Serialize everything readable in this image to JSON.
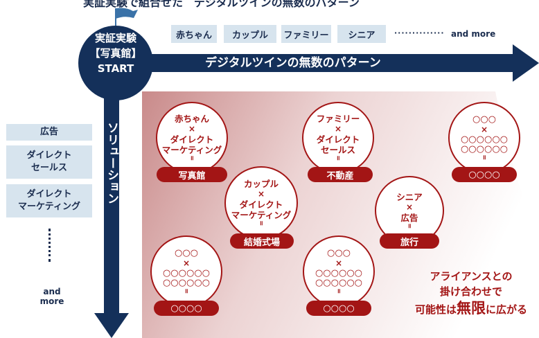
{
  "top_cut_text": "実証実験で組合せた　デジタルツインの無数のパターン",
  "start": {
    "line1": "実証実験",
    "line2": "【写真館】",
    "line3": "START"
  },
  "segments": [
    "赤ちゃん",
    "カップル",
    "ファミリー",
    "シニア"
  ],
  "segments_more_dots": "··············",
  "segments_more": "and more",
  "horizontal_axis": "デジタルツインの無数のパターン",
  "vertical_axis": "ソリューション",
  "solutions": [
    "広告",
    "ダイレクト\nセールス",
    "ダイレクト\nマーケティング"
  ],
  "solutions_more": "and more",
  "combinations": [
    {
      "segment": "赤ちゃん",
      "times": "×",
      "solution": "ダイレクト\nマーケティング",
      "equals": "॥",
      "result": "写真館"
    },
    {
      "segment": "ファミリー",
      "times": "×",
      "solution": "ダイレクト\nセールス",
      "equals": "॥",
      "result": "不動産"
    },
    {
      "segment": "カップル",
      "times": "×",
      "solution": "ダイレクト\nマーケティング",
      "equals": "॥",
      "result": "結婚式場"
    },
    {
      "segment": "シニア",
      "times": "×",
      "solution": "広告",
      "equals": "॥",
      "result": "旅行"
    }
  ],
  "placeholder": {
    "top": "○○○",
    "times": "×",
    "row": "○○○○○○",
    "equals": "॥",
    "result": "○○○○"
  },
  "alliance": {
    "line1": "アライアンスとの",
    "line2": "掛け合わせで",
    "line3_a": "可能性は",
    "line3_b": "無限",
    "line3_c": "に広がる"
  },
  "colors": {
    "navy": "#14305a",
    "red": "#a31515",
    "light_blue": "#d7e4ee"
  }
}
